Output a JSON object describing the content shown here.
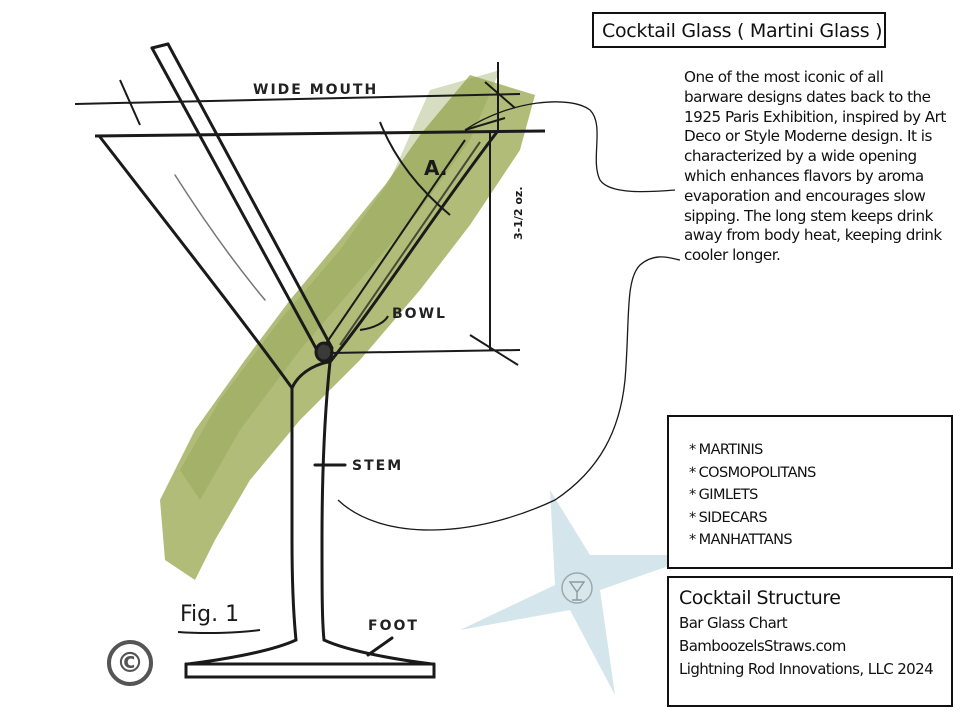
{
  "title": "Cocktail Glass ( Martini Glass )",
  "description": "One of the most iconic of all barware designs dates back to the 1925 Paris Exhibition, inspired by Art Deco or Style Moderne design.  It is characterized by a wide opening which enhances flavors by aroma evaporation and encourages slow sipping.  The long stem keeps drink away from body heat, keeping drink cooler longer.",
  "labels": {
    "wide_mouth": "WIDE MOUTH",
    "angle": "A.",
    "capacity": "3-1/2 oz.",
    "bowl": "BOWL",
    "stem": "STEM",
    "foot": "FOOT",
    "fig": "Fig. 1",
    "copyright": "©"
  },
  "drinks": [
    "MARTINIS",
    "COSMOPOLITANS",
    "GIMLETS",
    "SIDECARS",
    "MANHATTANS"
  ],
  "drink_bullet": "*",
  "info": {
    "heading": "Cocktail Structure",
    "line1": "Bar Glass Chart",
    "line2": "BamboozelsStraws.com",
    "line3": "Lightning Rod Innovations, LLC 2024"
  },
  "colors": {
    "ink": "#1a1a1a",
    "olive_wash": "#9fae5c",
    "star_blue": "#cfe3ea"
  }
}
